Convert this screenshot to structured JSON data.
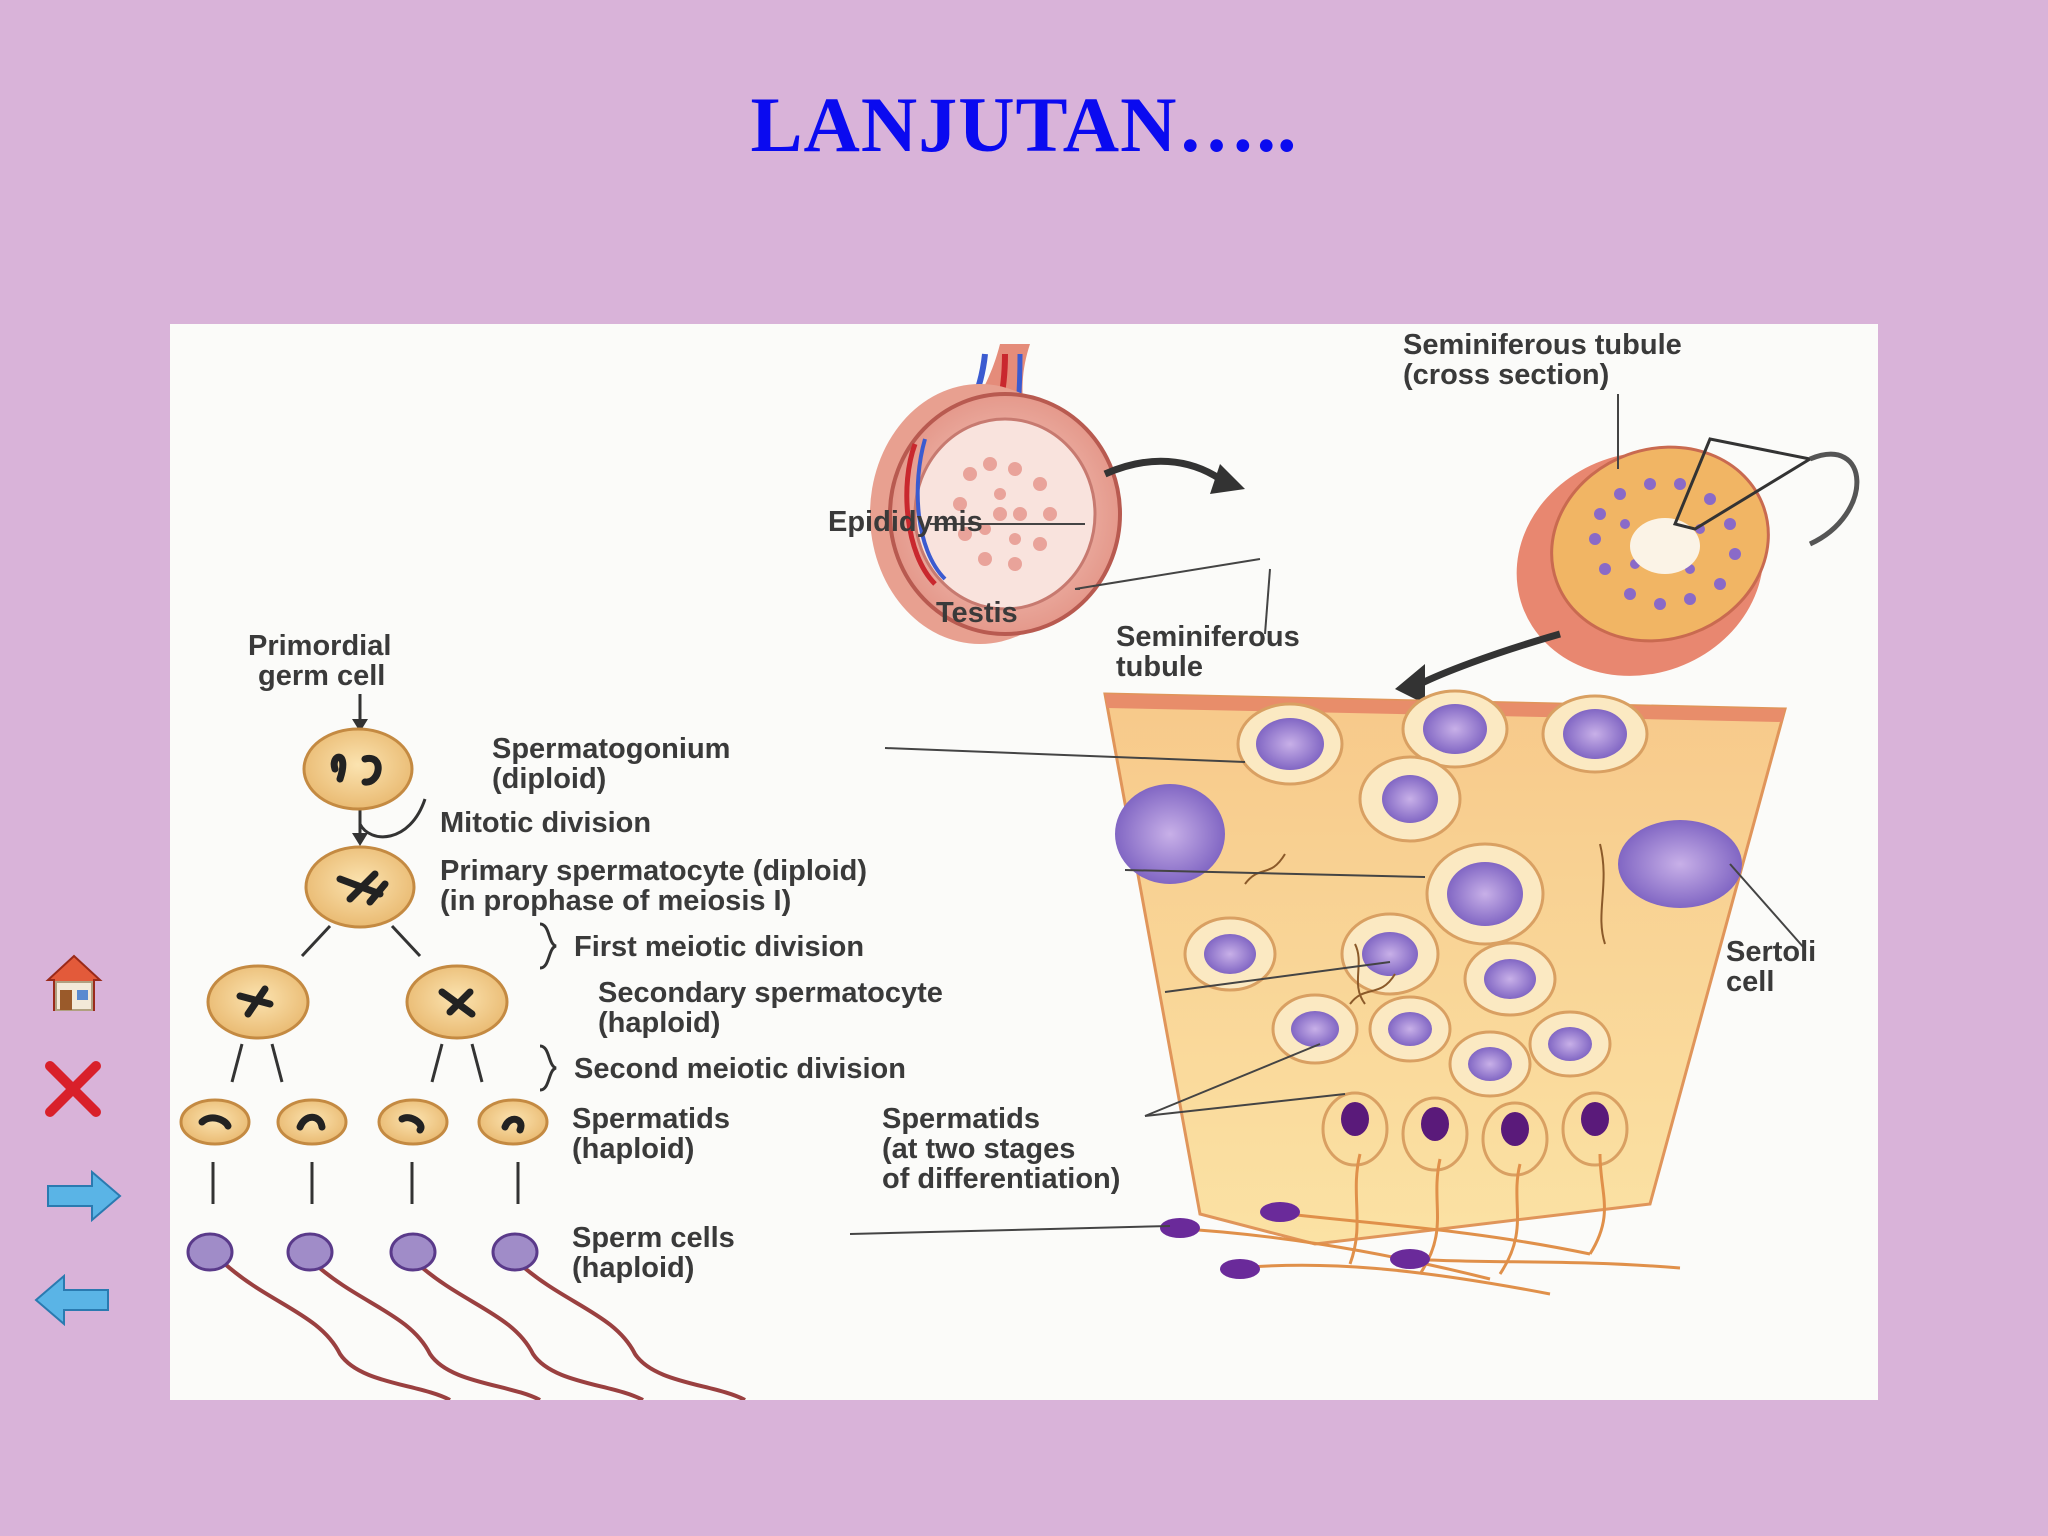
{
  "slide": {
    "title": "LANJUTAN….."
  },
  "nav": {
    "home": "home-icon",
    "close": "close-icon",
    "next": "arrow-right-icon",
    "prev": "arrow-left-icon"
  },
  "diagram": {
    "labels": {
      "seminiferous_cross_1": "Seminiferous tubule",
      "seminiferous_cross_2": "(cross section)",
      "epididymis": "Epididymis",
      "testis": "Testis",
      "seminiferous_1": "Seminiferous",
      "seminiferous_2": "tubule",
      "primordial_1": "Primordial",
      "primordial_2": "germ cell",
      "spermatogonium_1": "Spermatogonium",
      "spermatogonium_2": "(diploid)",
      "mitotic": "Mitotic division",
      "primary_1": "Primary spermatocyte (diploid)",
      "primary_2": "(in prophase of meiosis I)",
      "first_meiotic": "First meiotic division",
      "secondary_1": "Secondary spermatocyte",
      "secondary_2": "(haploid)",
      "second_meiotic": "Second meiotic division",
      "spermatids_1": "Spermatids",
      "spermatids_2": "(haploid)",
      "spermatids_stages_1": "Spermatids",
      "spermatids_stages_2": "(at two stages",
      "spermatids_stages_3": "of differentiation)",
      "sperm_1": "Sperm cells",
      "sperm_2": "(haploid)",
      "sertoli_1": "Sertoli",
      "sertoli_2": "cell"
    }
  }
}
